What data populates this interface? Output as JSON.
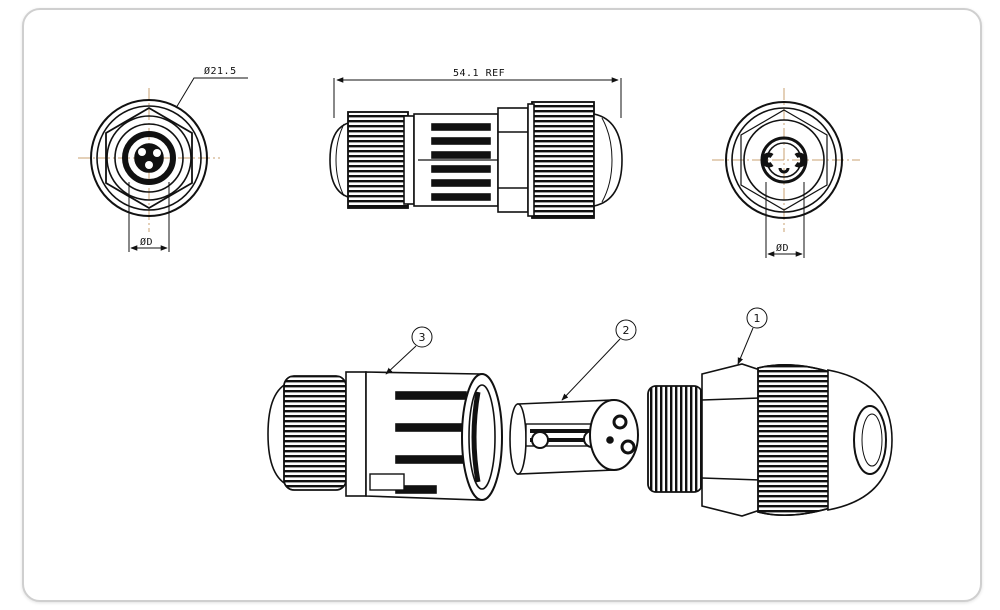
{
  "dimensions": {
    "diameter_outer": "Ø21.5",
    "diameter_d_left": "ØD",
    "length_ref": "54.1 REF",
    "diameter_d_right": "ØD"
  },
  "callouts": {
    "part1": "1",
    "part2": "2",
    "part3": "3"
  },
  "colors": {
    "line": "#111111",
    "centerline": "#c8a070",
    "frame": "#cfcfcf"
  }
}
